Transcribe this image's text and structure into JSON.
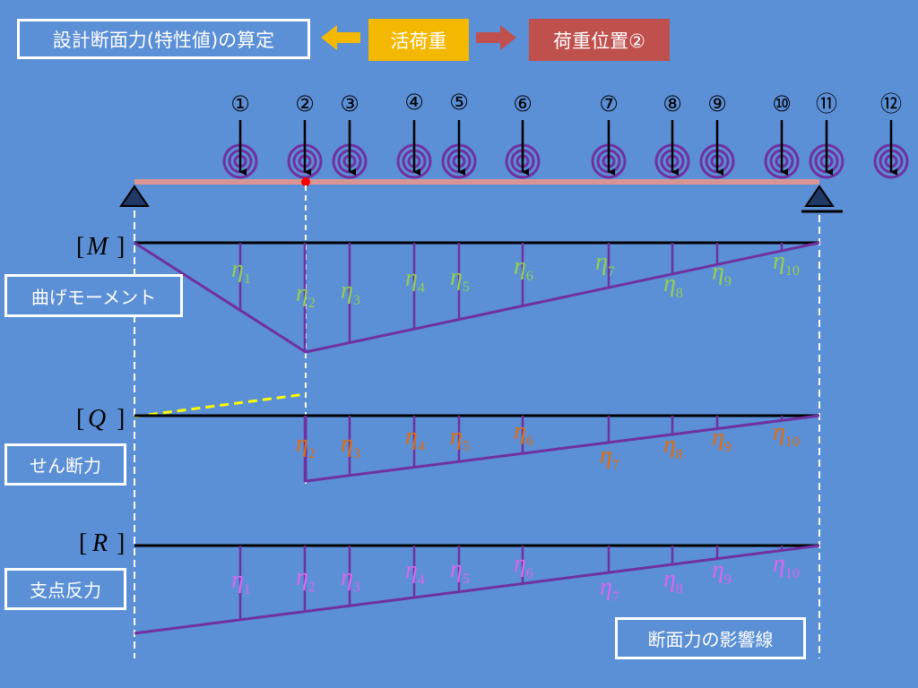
{
  "header": {
    "title": "設計断面力(特性値)の算定",
    "load_type": "活荷重",
    "load_position": "荷重位置②"
  },
  "load_markers": [
    "①",
    "②",
    "③",
    "④",
    "⑤",
    "⑥",
    "⑦",
    "⑧",
    "⑨",
    "⑩",
    "⑪",
    "⑫"
  ],
  "diagrams": {
    "moment": {
      "symbol": "M",
      "label": "曲げモーメント",
      "eta_labels": [
        {
          "base": "η",
          "sub": "1"
        },
        {
          "base": "η",
          "sub": "2"
        },
        {
          "base": "η",
          "sub": "3"
        },
        {
          "base": "η",
          "sub": "4"
        },
        {
          "base": "η",
          "sub": "5"
        },
        {
          "base": "η",
          "sub": "6"
        },
        {
          "base": "η",
          "sub": "7"
        },
        {
          "base": "η",
          "sub": "8"
        },
        {
          "base": "η",
          "sub": "9"
        },
        {
          "base": "η",
          "sub": "10"
        }
      ]
    },
    "shear": {
      "symbol": "Q",
      "label": "せん断力",
      "eta_labels": [
        {
          "base": "η",
          "sub": "2"
        },
        {
          "base": "η",
          "sub": "3"
        },
        {
          "base": "η",
          "sub": "4"
        },
        {
          "base": "η",
          "sub": "5"
        },
        {
          "base": "η",
          "sub": "6"
        },
        {
          "base": "η",
          "sub": "7"
        },
        {
          "base": "η",
          "sub": "8"
        },
        {
          "base": "η",
          "sub": "9"
        },
        {
          "base": "η",
          "sub": "10"
        }
      ]
    },
    "reaction": {
      "symbol": "R",
      "label": "支点反力",
      "eta_labels": [
        {
          "base": "η",
          "sub": "1"
        },
        {
          "base": "η",
          "sub": "2"
        },
        {
          "base": "η",
          "sub": "3"
        },
        {
          "base": "η",
          "sub": "4"
        },
        {
          "base": "η",
          "sub": "5"
        },
        {
          "base": "η",
          "sub": "6"
        },
        {
          "base": "η",
          "sub": "7"
        },
        {
          "base": "η",
          "sub": "8"
        },
        {
          "base": "η",
          "sub": "9"
        },
        {
          "base": "η",
          "sub": "10"
        }
      ]
    }
  },
  "footer_label": "断面力の影響線",
  "colors": {
    "background": "#5b8fd6",
    "load_type_bg": "#f5b800",
    "load_position_bg": "#c0504d",
    "beam": "#d99594",
    "influence_line": "#7030a0",
    "moment_eta": "#92d050",
    "shear_eta": "#e46c0a",
    "reaction_eta": "#dd66ee",
    "shear_dashed": "#ffff00"
  }
}
